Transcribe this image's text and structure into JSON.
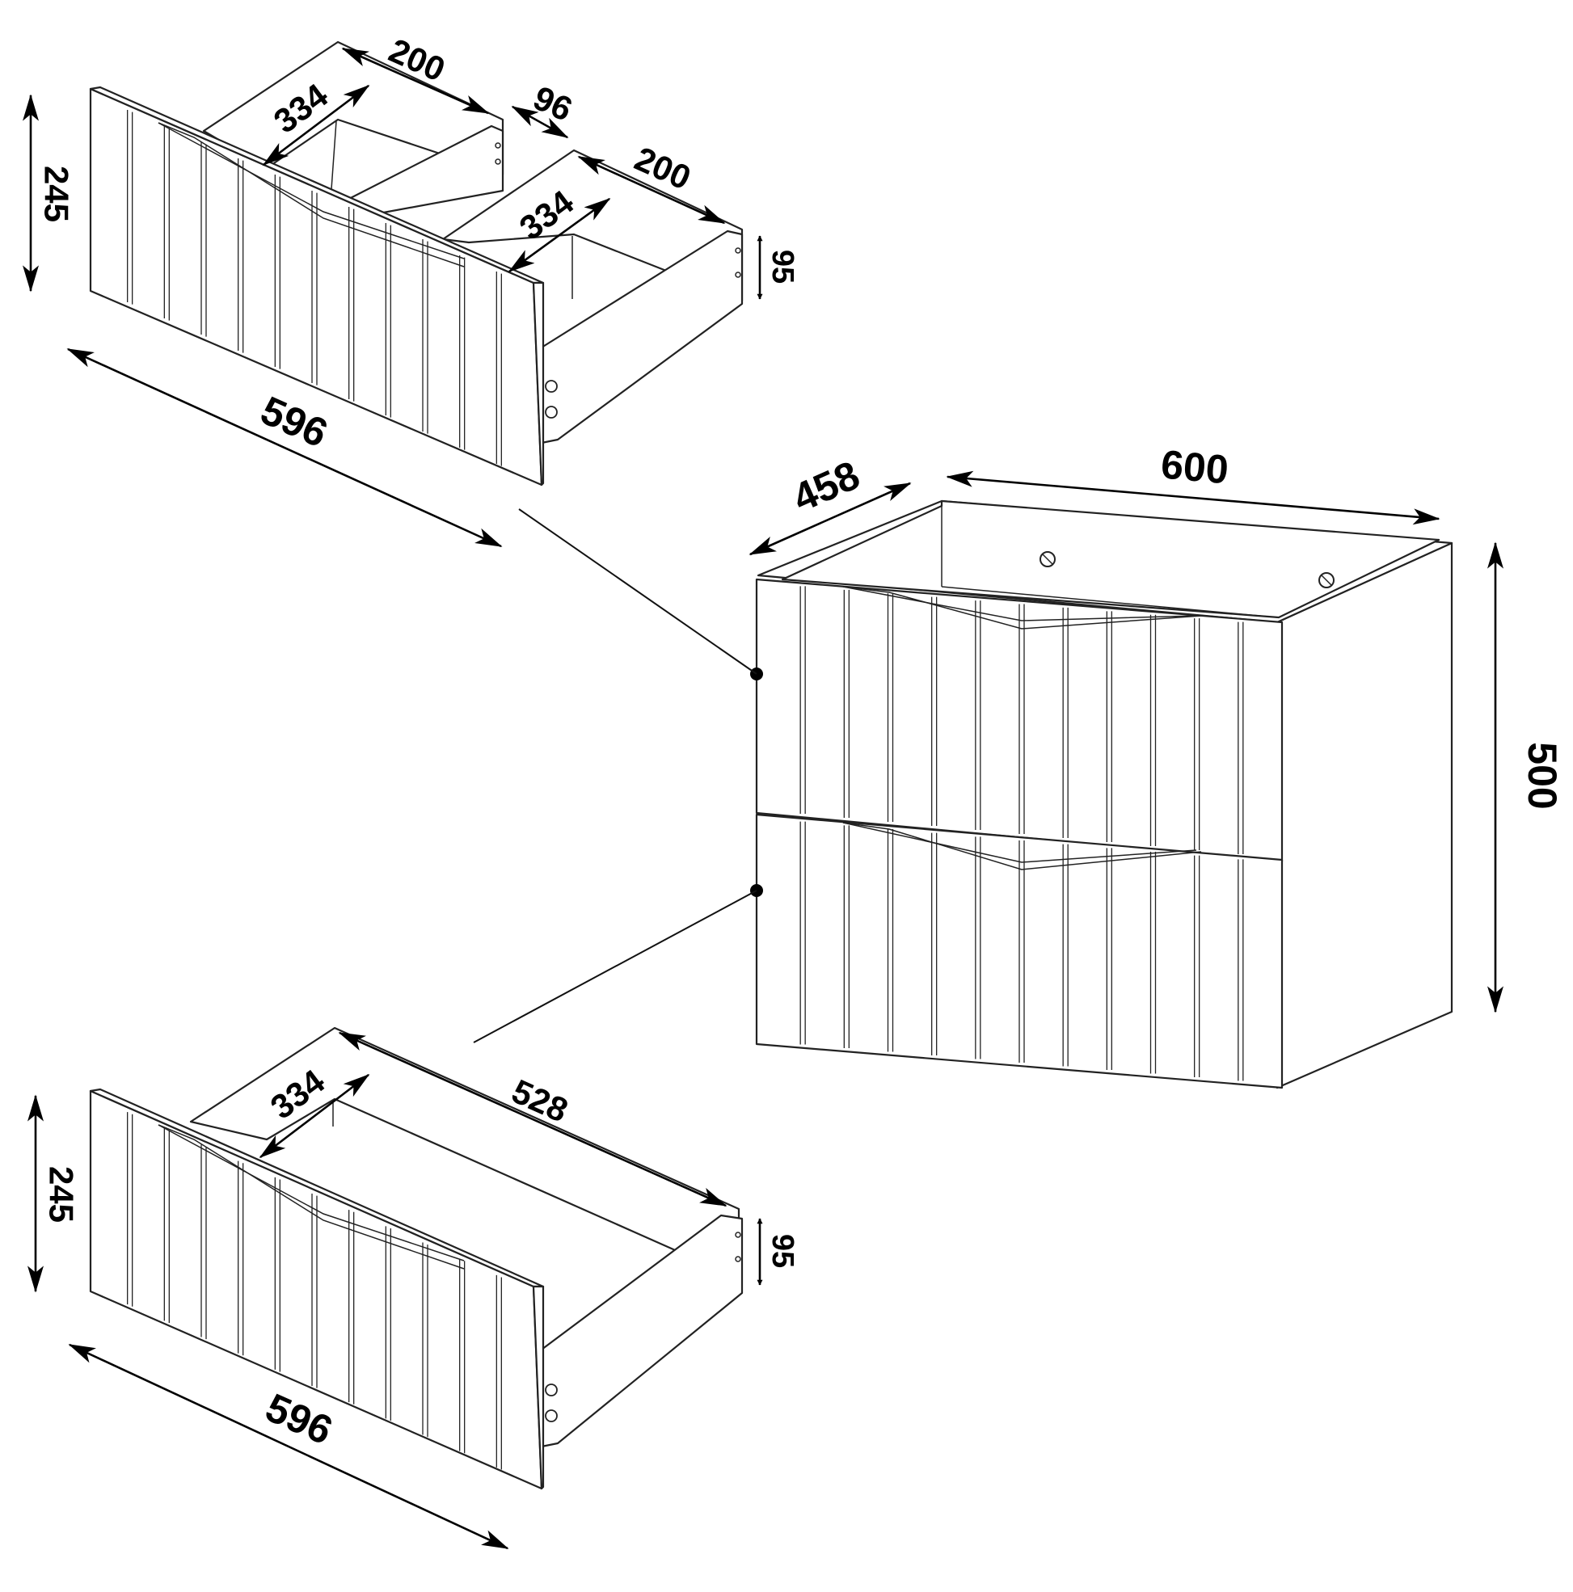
{
  "dimensions": {
    "cabinet": {
      "width": "600",
      "depth": "458",
      "height": "500"
    },
    "top_drawer": {
      "front_width": "596",
      "front_height": "245",
      "left_compartment_width": "200",
      "left_compartment_depth": "334",
      "divider_gap": "96",
      "right_compartment_width": "200",
      "right_compartment_depth": "334",
      "box_height": "95"
    },
    "bottom_drawer": {
      "front_width": "596",
      "front_height": "245",
      "box_depth": "334",
      "box_length": "528",
      "box_height": "95"
    }
  },
  "colors": {
    "line": "#222222",
    "dimension": "#000000",
    "background": "#ffffff"
  }
}
